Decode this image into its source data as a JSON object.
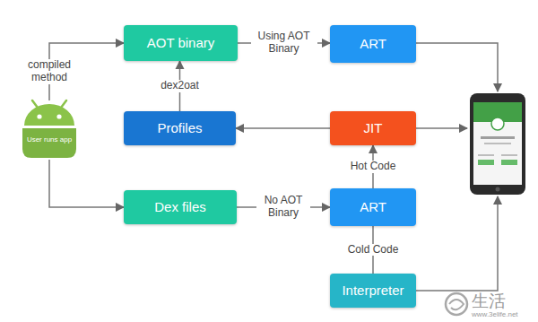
{
  "diagram": {
    "nodes": [
      {
        "text": [
          "AOT binary"
        ]
      },
      {
        "text": [
          "ART"
        ]
      },
      {
        "text": [
          "User runs app"
        ]
      },
      {
        "text": [
          "Profiles"
        ]
      },
      {
        "text": [
          "JIT"
        ]
      },
      {
        "text": [
          "Dex files"
        ]
      },
      {
        "text": [
          "ART"
        ]
      },
      {
        "text": [
          "Interpreter"
        ]
      }
    ],
    "edges": [
      {
        "from": 2,
        "to": 0,
        "label": "compiled method",
        "arrow": "to"
      },
      {
        "from": 0,
        "to": 1,
        "label": "Using AOT Binary",
        "arrow": "to"
      },
      {
        "from": 3,
        "to": 0,
        "label": "dex2oat",
        "arrow": "to"
      },
      {
        "from": 4,
        "to": 3,
        "arrow": "to"
      },
      {
        "from": 2,
        "to": 5,
        "arrow": "to"
      },
      {
        "from": 5,
        "to": 6,
        "label": "No AOT Binary",
        "arrow": "to"
      },
      {
        "from": 6,
        "to": 4,
        "label": "Hot Code",
        "arrow": "to"
      },
      {
        "from": 6,
        "to": 7,
        "label": "Cold Code",
        "arrow": "none"
      }
    ],
    "labels": [
      "生活",
      "www.3elife.net"
    ]
  }
}
